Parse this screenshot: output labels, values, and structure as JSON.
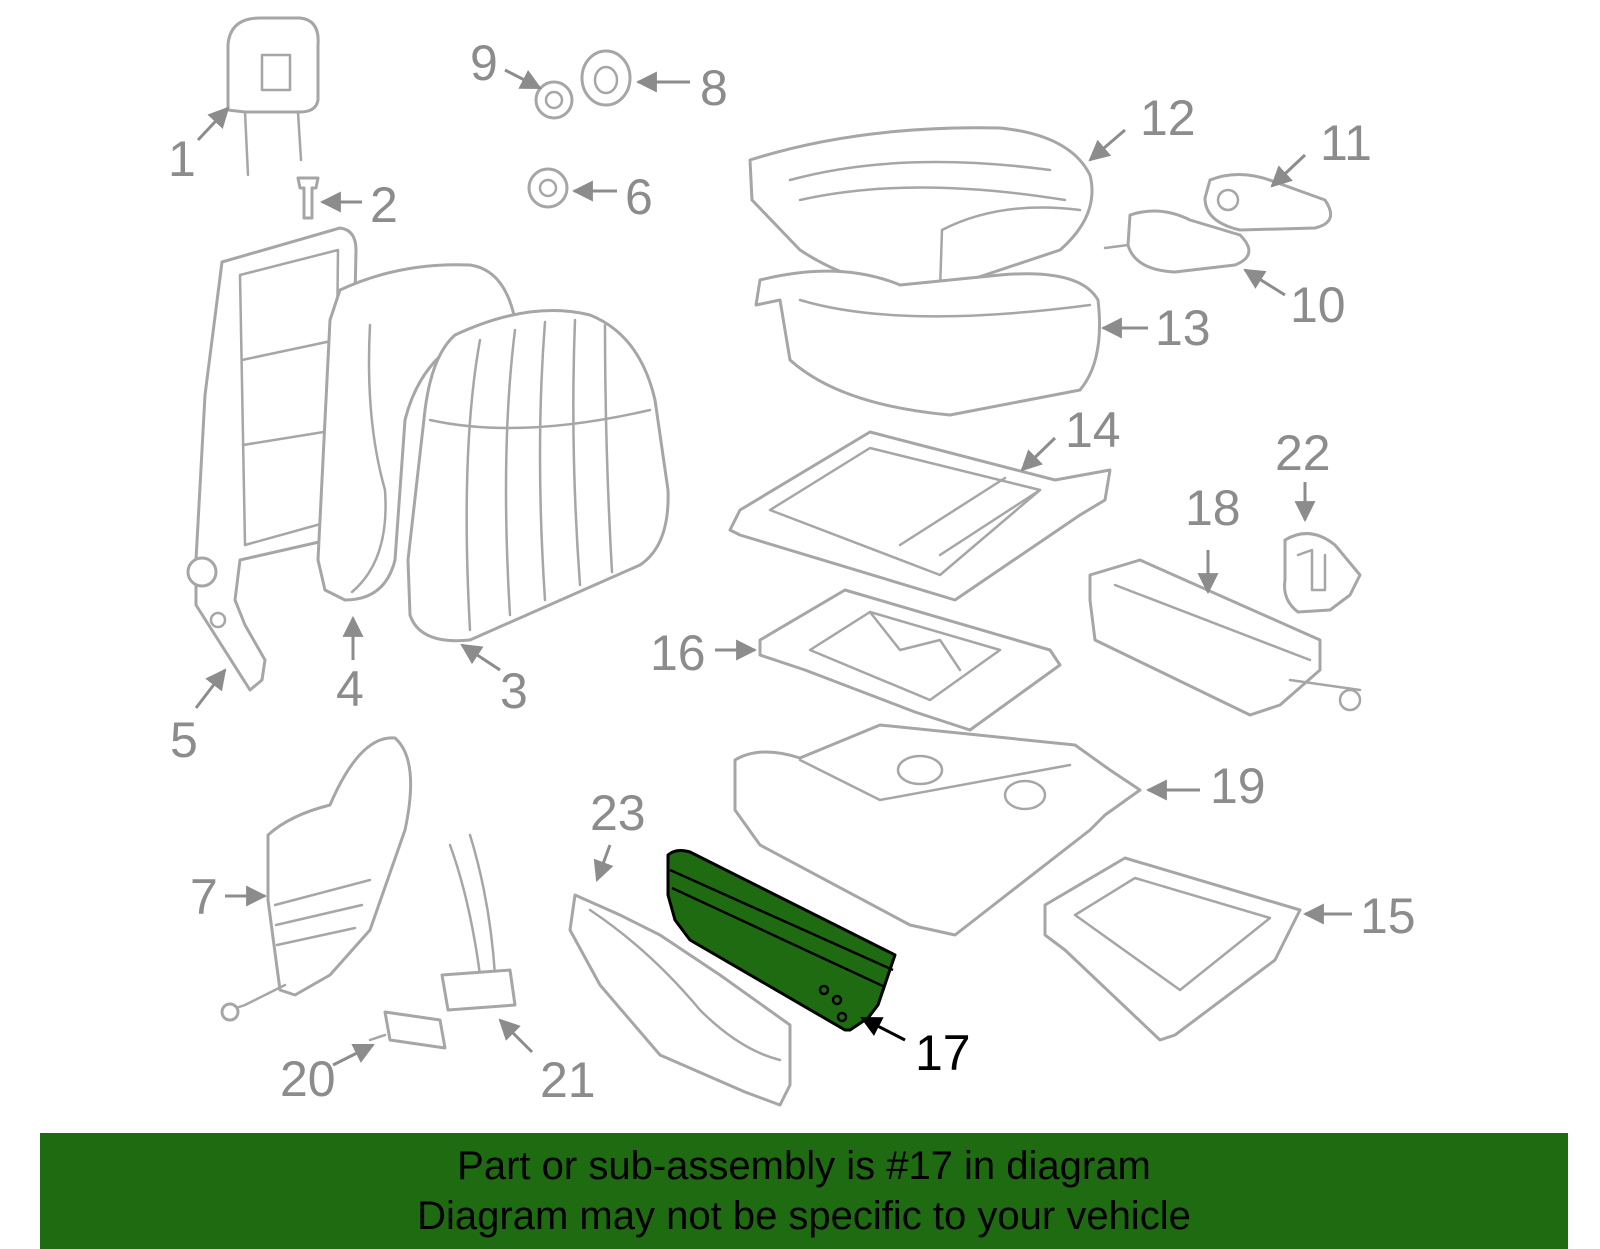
{
  "colors": {
    "highlight": "#1f6b12",
    "banner_background": "#1f6b12",
    "part_outline": "#a6a6a6",
    "label": "#8c8c8c"
  },
  "callouts": [
    "1",
    "2",
    "3",
    "4",
    "5",
    "6",
    "7",
    "8",
    "9",
    "10",
    "11",
    "12",
    "13",
    "14",
    "15",
    "16",
    "17",
    "18",
    "19",
    "20",
    "21",
    "22",
    "23"
  ],
  "highlighted_part": "17",
  "banner": {
    "line1": "Part or sub-assembly is #17 in diagram",
    "line2": "Diagram may not be specific to your vehicle"
  }
}
